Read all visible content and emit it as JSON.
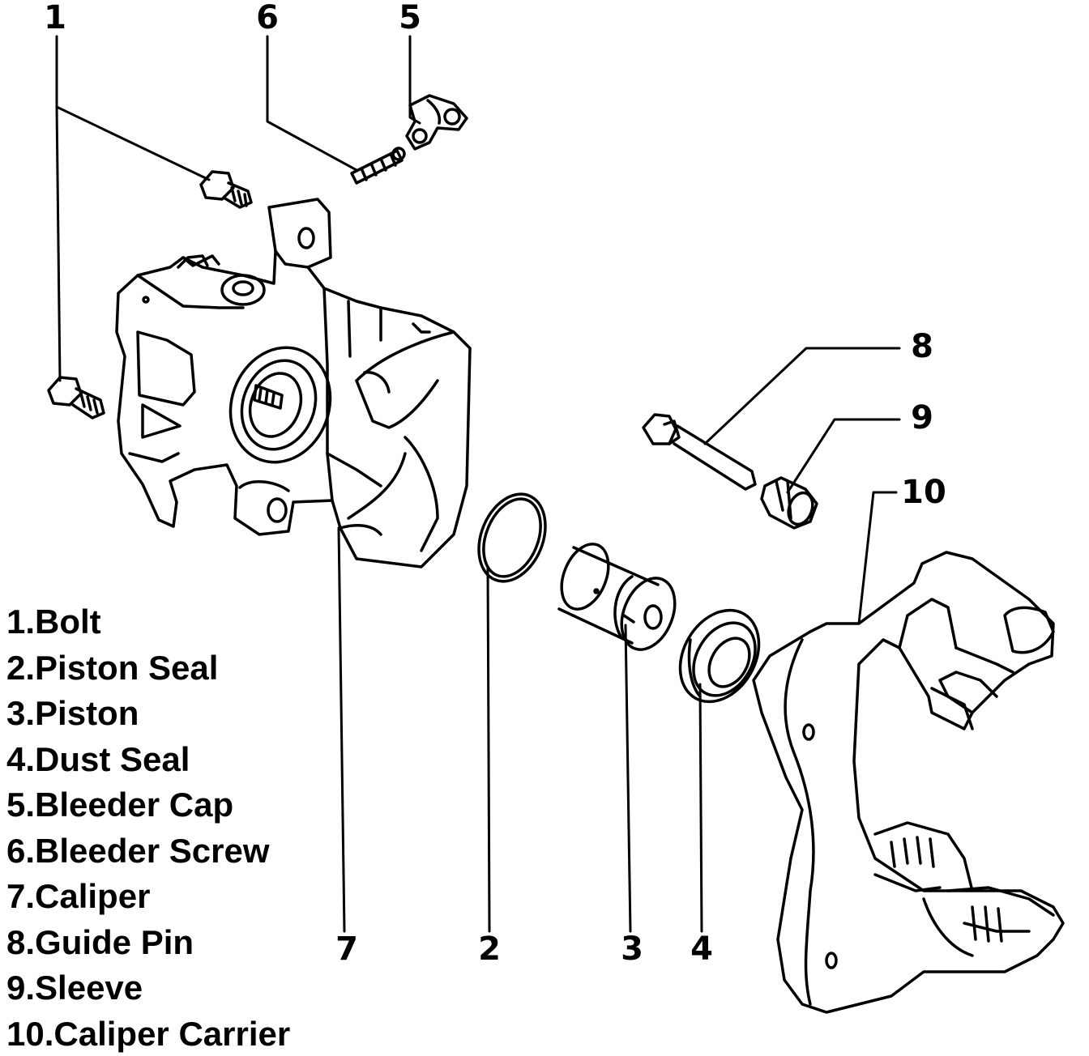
{
  "callouts": {
    "c1": "1",
    "c2": "2",
    "c3": "3",
    "c4": "4",
    "c5": "5",
    "c6": "6",
    "c7": "7",
    "c8": "8",
    "c9": "9",
    "c10": "10"
  },
  "legend": [
    "1.Bolt",
    "2.Piston Seal",
    "3.Piston",
    "4.Dust Seal",
    "5.Bleeder Cap",
    "6.Bleeder Screw",
    "7.Caliper",
    "8.Guide Pin",
    "9.Sleeve",
    "10.Caliper Carrier"
  ],
  "colors": {
    "ink": "#000000",
    "paper": "#ffffff"
  }
}
